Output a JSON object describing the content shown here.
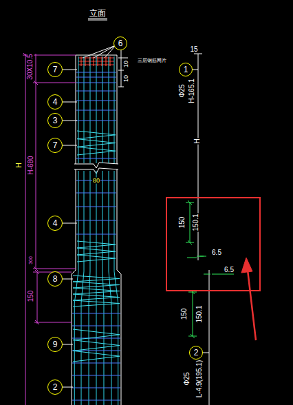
{
  "diagram": {
    "title": "立面",
    "nodes": [
      {
        "text": [
          "6"
        ]
      },
      {
        "text": [
          "7"
        ]
      },
      {
        "text": [
          "1"
        ]
      },
      {
        "text": [
          "4"
        ]
      },
      {
        "text": [
          "3"
        ]
      },
      {
        "text": [
          "7"
        ]
      },
      {
        "text": [
          "4"
        ]
      },
      {
        "text": [
          "8"
        ]
      },
      {
        "text": [
          "9"
        ]
      },
      {
        "text": [
          "2"
        ]
      },
      {
        "text": [
          "2"
        ]
      }
    ],
    "labels": [
      "30X10.5",
      "H-680",
      "H",
      "300",
      "150",
      "10",
      "10",
      "三层钢筋网片",
      "80",
      "15",
      "Φ25",
      "H-165.1",
      "H",
      "150",
      "150.1",
      "6.5",
      "6.5",
      "150",
      "150.1",
      "Φ25",
      "L-4.9(195.1)"
    ]
  }
}
